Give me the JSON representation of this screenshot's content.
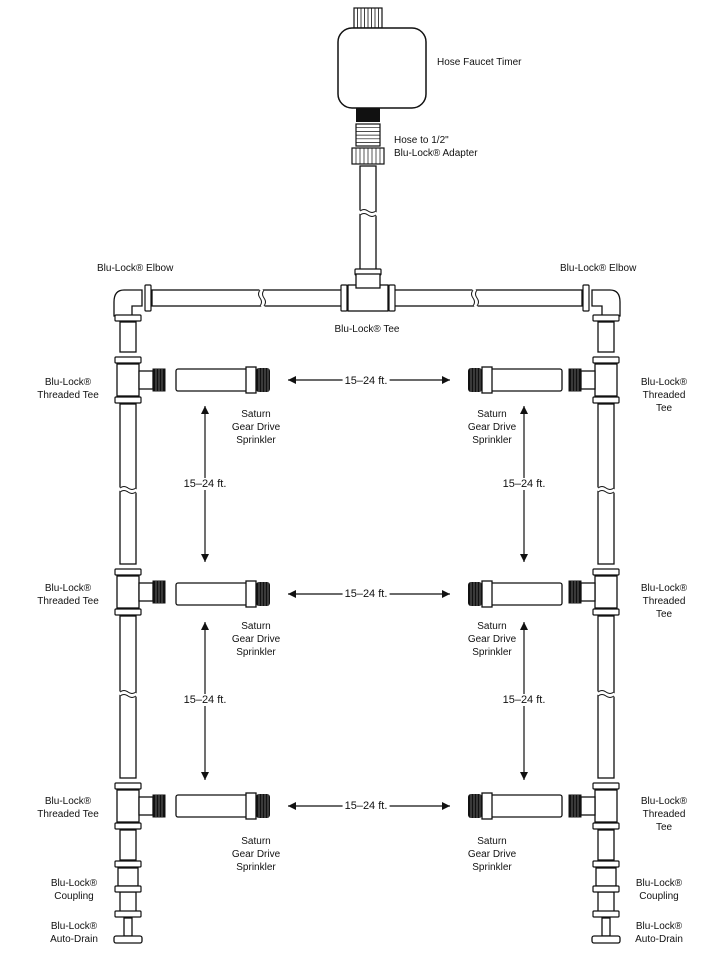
{
  "labels": {
    "hose_faucet_timer": "Hose Faucet Timer",
    "hose_adapter": "Hose to 1/2\"\nBlu-Lock® Adapter",
    "elbow": "Blu-Lock® Elbow",
    "tee": "Blu-Lock® Tee",
    "threaded_tee": "Blu-Lock®\nThreaded Tee",
    "sprinkler": "Saturn\nGear Drive\nSprinkler",
    "coupling": "Blu-Lock®\nCoupling",
    "auto_drain": "Blu-Lock®\nAuto-Drain"
  },
  "dimension": "15–24 ft.",
  "colors": {
    "line": "#111111",
    "fill": "#ffffff",
    "shade": "#d9d9d9"
  }
}
